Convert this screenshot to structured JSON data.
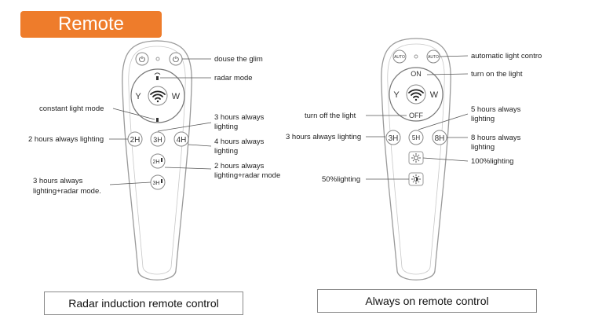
{
  "header": {
    "title": "Remote"
  },
  "remote_left": {
    "buttons": {
      "power_symbol": "⏻",
      "y": "Y",
      "w": "W",
      "h2": "2H",
      "h3": "3H",
      "h4": "4H",
      "h2_radar": "2H",
      "h3_radar": "3H"
    },
    "labels": {
      "douse": "douse the glim",
      "radar": "radar mode",
      "constant": "constant light mode",
      "h3_l1": "3 hours always",
      "h3_l2": "lighting",
      "h2": "2 hours always lighting",
      "h4_l1": "4 hours always",
      "h4_l2": "lighting",
      "h2r_l1": "2 hours always",
      "h2r_l2": "lighting+radar mode",
      "h3r_l1": "3 hours always",
      "h3r_l2": "lighting+radar mode."
    },
    "caption": "Radar induction remote control"
  },
  "remote_right": {
    "buttons": {
      "auto_left": "AUTO",
      "auto_right": "AUTO",
      "on": "ON",
      "y": "Y",
      "w": "W",
      "off": "OFF",
      "h3": "3H",
      "h5": "5H",
      "h8": "8H"
    },
    "labels": {
      "auto": "automatic light contro",
      "on": "turn on the light",
      "off": "turn off the light",
      "h5_l1": "5 hours always",
      "h5_l2": "lighting",
      "h3": "3 hours always lighting",
      "h8_l1": "8 hours always",
      "h8_l2": "lighting",
      "p100": "100%lighting",
      "p50": "50%lighting"
    },
    "caption": "Always on remote control"
  },
  "colors": {
    "accent": "#ee7c2b",
    "line": "#555555",
    "remote_outline": "#9a9a9a"
  }
}
